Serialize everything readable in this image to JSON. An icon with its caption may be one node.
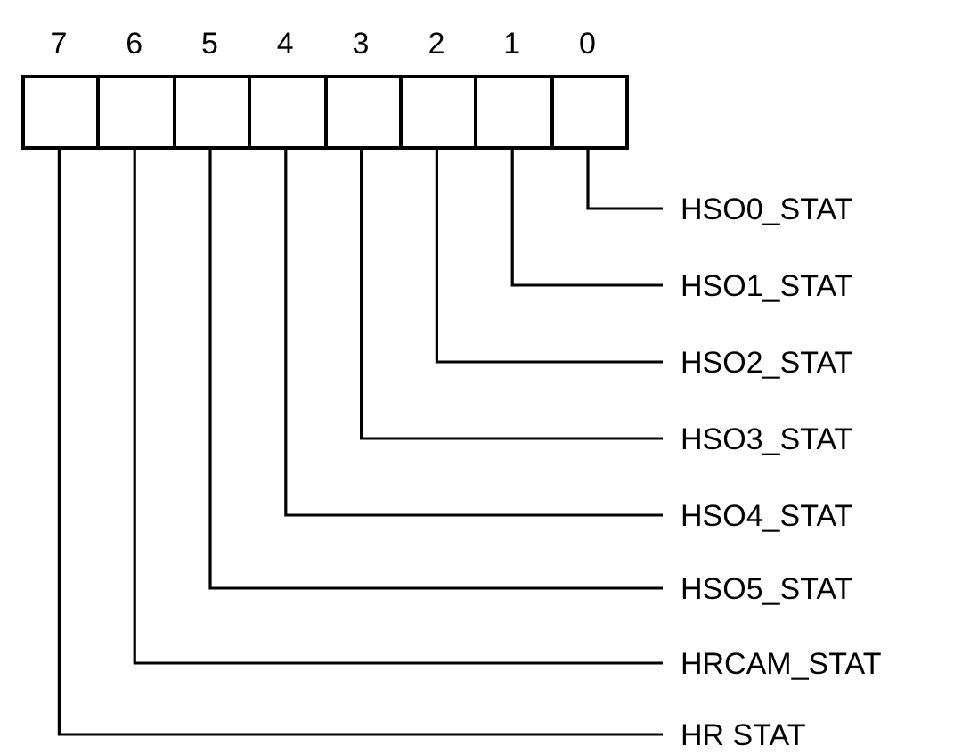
{
  "diagram": {
    "nodes": [
      {
        "text": [],
        "shape": "box",
        "beside": [
          "7"
        ]
      },
      {
        "text": [],
        "shape": "box",
        "beside": [
          "6"
        ]
      },
      {
        "text": [],
        "shape": "box",
        "beside": [
          "5"
        ]
      },
      {
        "text": [],
        "shape": "box",
        "beside": [
          "4"
        ]
      },
      {
        "text": [],
        "shape": "box",
        "beside": [
          "3"
        ]
      },
      {
        "text": [],
        "shape": "box",
        "beside": [
          "2"
        ]
      },
      {
        "text": [],
        "shape": "box",
        "beside": [
          "1"
        ]
      },
      {
        "text": [],
        "shape": "box",
        "beside": [
          "0"
        ]
      },
      {
        "text": [
          "HSO0_STAT"
        ]
      },
      {
        "text": [
          "HSO1_STAT"
        ]
      },
      {
        "text": [
          "HSO2_STAT"
        ]
      },
      {
        "text": [
          "HSO3_STAT"
        ]
      },
      {
        "text": [
          "HSO4_STAT"
        ]
      },
      {
        "text": [
          "HSO5_STAT"
        ]
      },
      {
        "text": [
          "HRCAM_STAT"
        ]
      },
      {
        "text": [
          "HR STAT"
        ]
      }
    ],
    "edges": [
      {
        "from": 7,
        "to": 8,
        "arrow": "none"
      },
      {
        "from": 6,
        "to": 9,
        "arrow": "none"
      },
      {
        "from": 5,
        "to": 10,
        "arrow": "none"
      },
      {
        "from": 4,
        "to": 11,
        "arrow": "none"
      },
      {
        "from": 3,
        "to": 12,
        "arrow": "none"
      },
      {
        "from": 2,
        "to": 13,
        "arrow": "none"
      },
      {
        "from": 1,
        "to": 14,
        "arrow": "none"
      },
      {
        "from": 0,
        "to": 15,
        "arrow": "none"
      }
    ]
  }
}
